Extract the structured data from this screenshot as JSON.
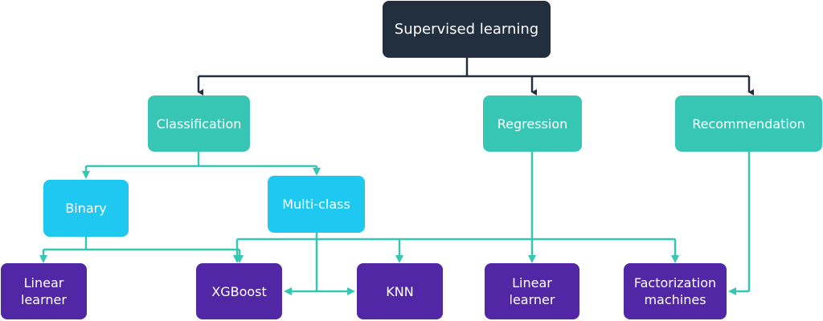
{
  "root": {
    "label": "Supervised learning"
  },
  "categories": {
    "classification": "Classification",
    "regression": "Regression",
    "recommendation": "Recommendation"
  },
  "subtypes": {
    "binary": "Binary",
    "multiclass": "Multi-class"
  },
  "algorithms": {
    "linear_learner_1": "Linear\nlearner",
    "xgboost": "XGBoost",
    "knn": "KNN",
    "linear_learner_2": "Linear\nlearner",
    "factorization_machines": "Factorization\nmachines"
  },
  "colors": {
    "root": "#222f3e",
    "category": "#37c6b4",
    "subtype": "#1ec8f0",
    "algorithm": "#5127a6",
    "root_edge": "#222f3e",
    "edge": "#37c6b4"
  }
}
